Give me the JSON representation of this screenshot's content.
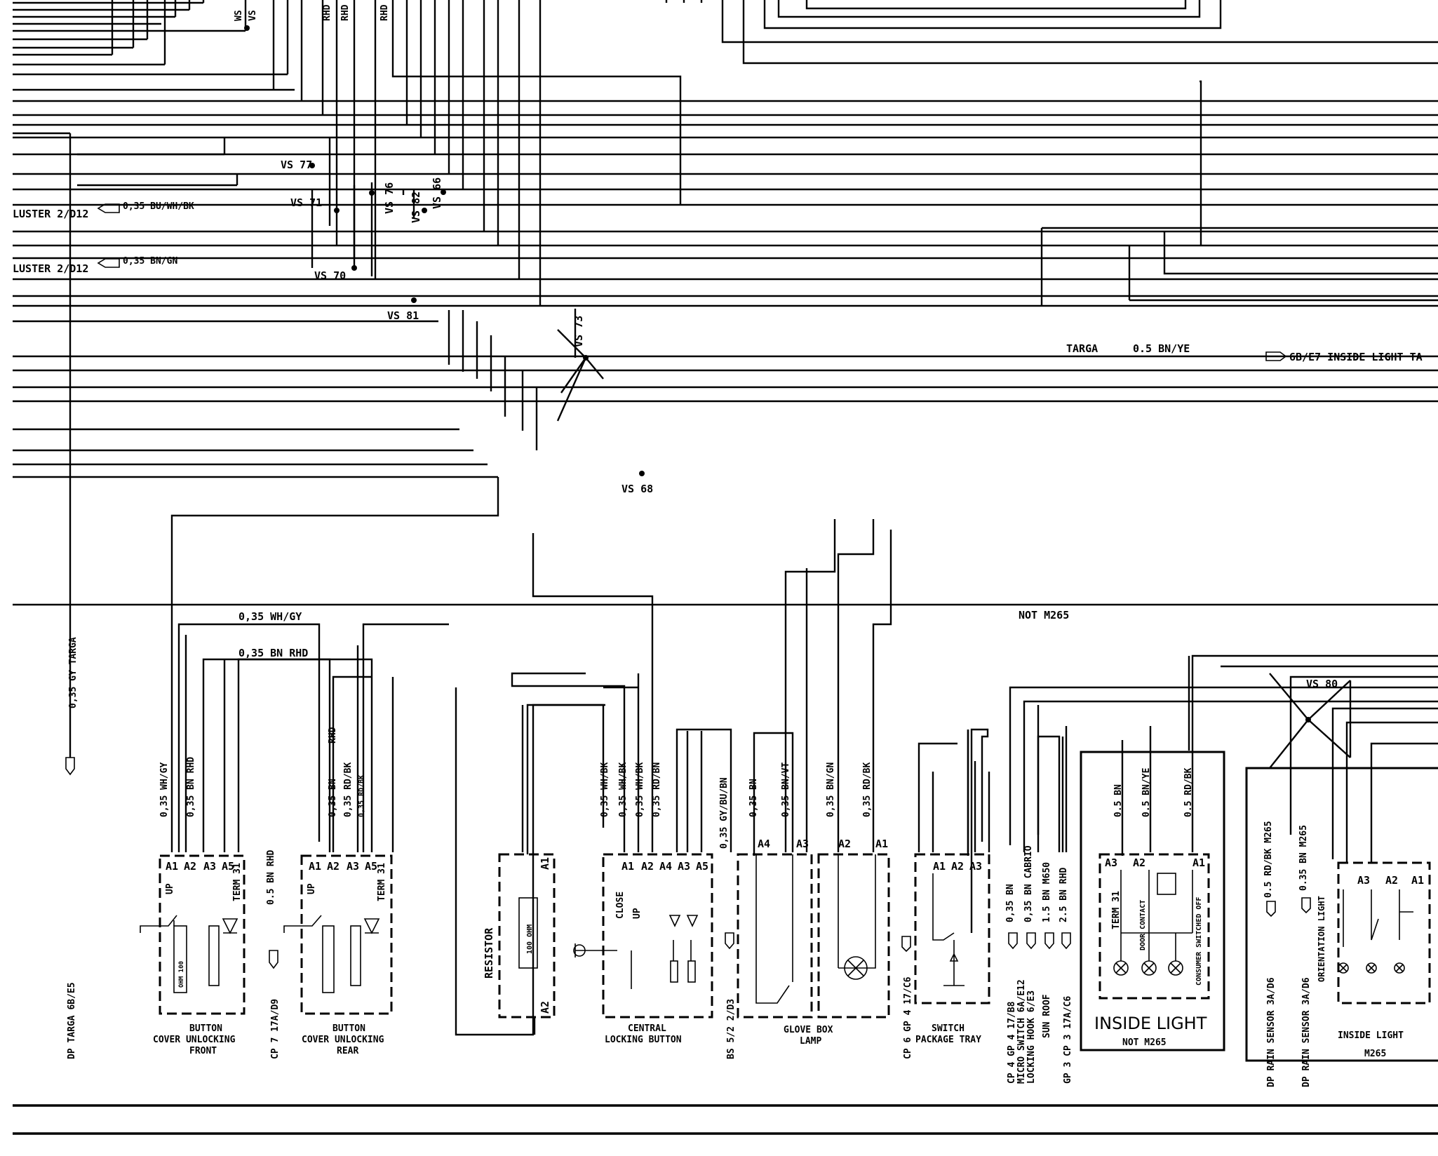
{
  "colors": {
    "ink": "#000000",
    "paper": "#ffffff"
  },
  "connectors": {
    "cluster_bu": "LUSTER 2/D12",
    "cluster_bn": "LUSTER 2/D12",
    "wire_bu": "0,35 BU/WH/BK",
    "wire_bn": "0,35 BN/GN",
    "targa_side": "TARGA",
    "targa_wire": "0.5 BN/YE",
    "inside_light_ref": "6B/E7  INSIDE LIGHT TA"
  },
  "splices": {
    "vs77": "VS 77",
    "vs71": "VS 71",
    "vs70": "VS 70",
    "vs76": "VS 76",
    "vs82": "VS 82",
    "vs66": "VS 66",
    "vs81": "VS 81",
    "vs73": "VS 73",
    "vs68": "VS 68",
    "vs80": "VS 80",
    "vs_top": "VS"
  },
  "top_labels": {
    "rhd": "RHD",
    "ws": "WS"
  },
  "wires": {
    "wh_gy": "0,35 WH/GY",
    "bn_rhd": "0,35 BN RHD",
    "not_m265": "NOT M265",
    "targa_gy": "0,35 GY  TARGA"
  },
  "components": {
    "button_front": {
      "title_1": "BUTTON",
      "title_2": "COVER UNLOCKING",
      "title_3": "FRONT",
      "pins": [
        "A1",
        "A2",
        "A3",
        "A5"
      ],
      "wires": [
        "0,35 WH/GY",
        "0,35 BN RHD"
      ],
      "up": "UP",
      "term": "TERM 31",
      "ohm": "OHM 100"
    },
    "button_rear": {
      "title_1": "BUTTON",
      "title_2": "COVER UNLOCKING",
      "title_3": "REAR",
      "pins": [
        "A1",
        "A2",
        "A3",
        "A5"
      ],
      "wires": [
        "RHD",
        "0,35 BN",
        "0,35 RD/BK",
        "0,35 RD/BK"
      ],
      "up": "UP",
      "term": "TERM 31"
    },
    "resistor": {
      "label": "RESISTOR",
      "value": "100 OHM",
      "pin_a1": "A1",
      "pin_a2": "A2"
    },
    "central_locking": {
      "title_1": "CENTRAL",
      "title_2": "LOCKING BUTTON",
      "pins": [
        "A1",
        "A2",
        "A4",
        "A3",
        "A5"
      ],
      "wires": [
        "0,35 WH/BK",
        "0,35 WH/BK",
        "0,35 WH/BK",
        "0,35 RD/BN"
      ],
      "close": "CLOSE",
      "up": "UP"
    },
    "glove_box": {
      "title_1": "GLOVE BOX",
      "title_2": "LAMP",
      "pins": [
        "A4",
        "A3",
        "A2",
        "A1"
      ],
      "wires": [
        "0,35 BN",
        "0,35 BN/VT",
        "0,35 BN/GN",
        "0,35 RD/BK"
      ]
    },
    "package_tray": {
      "title_1": "SWITCH",
      "title_2": "PACKAGE TRAY",
      "pins": [
        "A1",
        "A2",
        "A3"
      ]
    },
    "inside_light_a": {
      "title": "INSIDE LIGHT",
      "subtitle": "NOT M265",
      "pins": [
        "A3",
        "A2",
        "A1"
      ],
      "wires": [
        "0.5 BN",
        "0.5 BN/YE",
        "0.5 RD/BK"
      ],
      "term": "TERM 31",
      "door": "DOOR CONTACT",
      "consumer": "CONSUMER SWITCHED OFF"
    },
    "inside_light_b": {
      "title": "INSIDE LIGHT",
      "subtitle": "M265",
      "pins": [
        "A3",
        "A2",
        "A1"
      ],
      "orientation": "ORIENTATION  LIGHT"
    }
  },
  "ground_points": {
    "dp_targa": "DP TARGA 6B/E5",
    "cp7": "CP 7   17A/D9",
    "cp7_wire": "0.5 BN RHD",
    "bs52": "BS 5/2   2/D3",
    "bs52_wire": "0,35 GY/BU/BN",
    "cp6": "CP 6  GP 4  17/C6",
    "cp4_1": "CP 4 GP 4  17/B8",
    "cp4_2": "MICRO SWITCH 6A/E12",
    "cp4_3": "LOCKING HOOK  6/E3",
    "cp4_4": "SUN ROOF",
    "gp3": "GP 3 CP 3  17A/C6",
    "w_bn": "0,35 BN",
    "w_cabrio": "0,35 BN CABRIO",
    "w_m650": "1.5 BN  M650",
    "w_rhd": "2.5 BN  RHD",
    "dp_rain_1": "DP RAIN SENSOR 3A/D6",
    "dp_rain_1_wire": "0.5 RD/BK M265",
    "dp_rain_2": "DP RAIN SENSOR 3A/D6",
    "dp_rain_2_wire": "0.35 BN   M265"
  }
}
